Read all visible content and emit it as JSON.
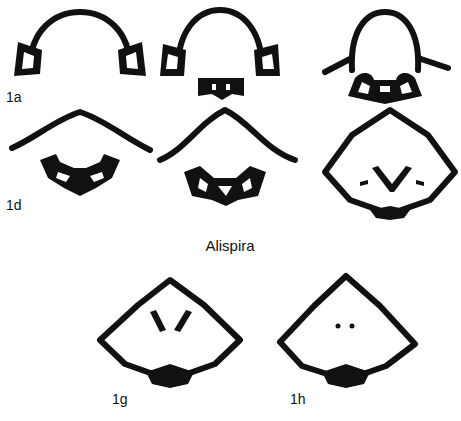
{
  "diagram": {
    "labels": [
      "1a",
      "1d",
      "Alispira",
      "1g",
      "1h"
    ]
  }
}
